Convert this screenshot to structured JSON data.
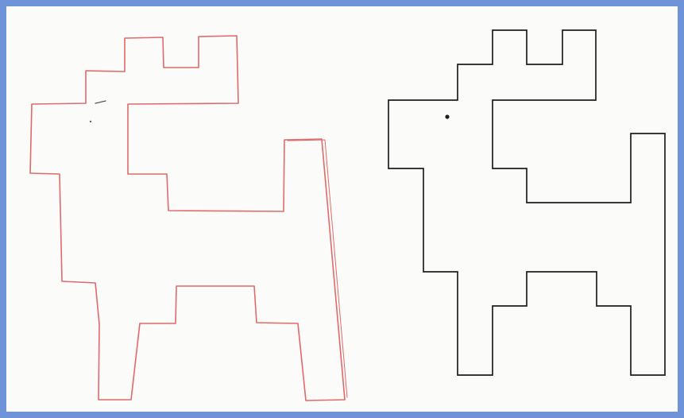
{
  "colors": {
    "frame_border": "#6f93d9",
    "paper": "#fbfbfa",
    "hand_drawn_stroke": "#e06a6a",
    "reference_stroke": "#1e1e1e"
  },
  "figures": [
    {
      "name": "hand-drawn-reindeer",
      "style": "red freehand pencil outline"
    },
    {
      "name": "reference-reindeer",
      "style": "black ruled outline"
    }
  ]
}
